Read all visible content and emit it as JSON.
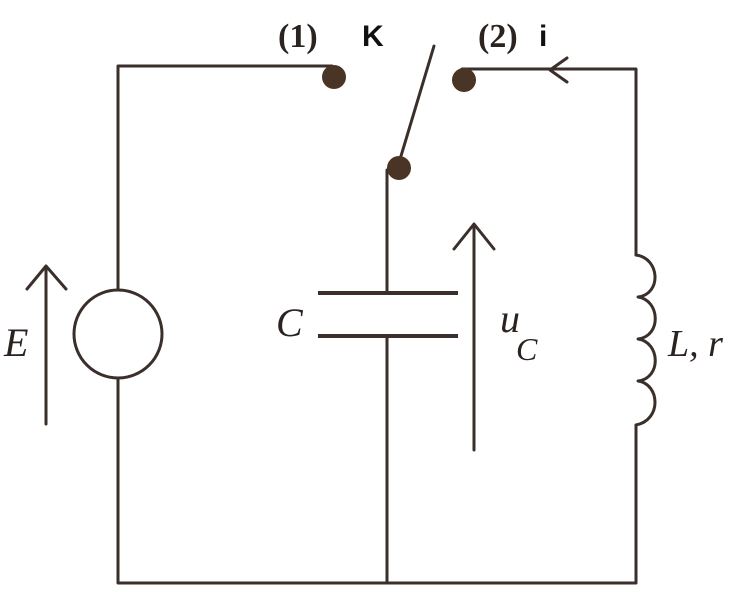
{
  "labels": {
    "switch_pos_1": "(1)",
    "switch_pos_2": "(2)",
    "switch_name": "K",
    "current": "i",
    "source": "E",
    "capacitor": "C",
    "capacitor_voltage_main": "u",
    "capacitor_voltage_sub": "C",
    "inductor": "L, r"
  },
  "colors": {
    "wire": "#3a2f2a",
    "node_dot": "#4a3426",
    "background": "#ffffff"
  }
}
